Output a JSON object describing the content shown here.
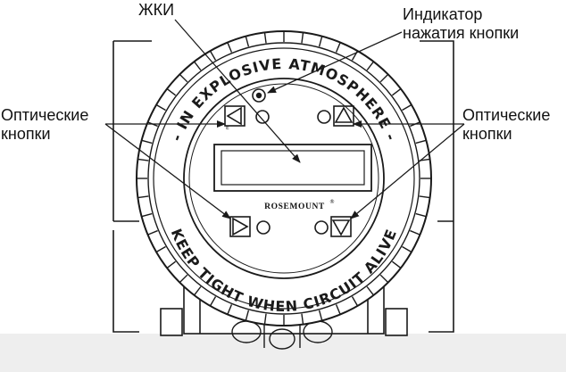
{
  "labels": {
    "lcd": "ЖКИ",
    "indicator": [
      "Индикатор",
      "нажатия кнопки"
    ],
    "optical_left": [
      "Оптические",
      "кнопки"
    ],
    "optical_right": [
      "Оптические",
      "кнопки"
    ]
  },
  "ring_text": {
    "top": "- IN EXPLOSIVE ATMOSPHERE -",
    "bottom": "KEEP TIGHT WHEN CIRCUIT ALIVE"
  },
  "brand": "ROSEMOUNT",
  "colors": {
    "line": "#1a1a1a",
    "background": "#ffffff",
    "strip": "#eeeeee"
  }
}
